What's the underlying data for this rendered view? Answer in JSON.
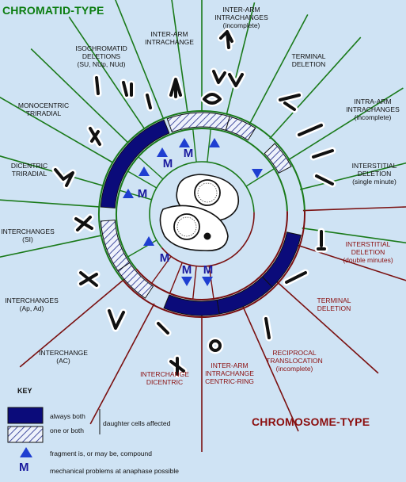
{
  "titles": {
    "chromatid": "CHROMATID-TYPE",
    "chromosome": "CHROMOSOME-TYPE"
  },
  "chromatid_labels": {
    "inter_arm_intrachanges": "INTER-ARM\nINTRACHANGES\n(incomplete)",
    "inter_arm_intrachange": "INTER-ARM\nINTRACHANGE",
    "isochromatid_deletions": "ISOCHROMATID\nDELETIONS\n(SU, NUp, NUd)",
    "terminal_deletion": "TERMINAL\nDELETION",
    "intra_arm_intrachanges": "INTRA-ARM\nINTRACHANGES\n(incomplete)",
    "monocentric_triradial": "MONOCENTRIC\nTRIRADIAL",
    "dicentric_triradial": "DICENTRIC\nTRIRADIAL",
    "interstitial_deletion": "INTERSTITIAL\nDELETION\n(single minute)",
    "interchanges_si": "INTERCHANGES\n(SI)",
    "interchanges_ap_ad": "INTERCHANGES\n(Ap, Ad)",
    "interchange_ac": "INTERCHANGE\n(AC)"
  },
  "chromosome_labels": {
    "interstitial_deletion": "INTERSTITIAL\nDELETION\n(double minutes)",
    "terminal_deletion": "TERMINAL\nDELETION",
    "reciprocal_translocation": "RECIPROCAL\nTRANSLOCATION\n(incomplete)",
    "interchange_dicentric": "INTERCHANGE\nDICENTRIC",
    "inter_arm_intrachange": "INTER-ARM\nINTRACHANGE\nCENTRIC-RING"
  },
  "key": {
    "title": "KEY",
    "always_both": "always both",
    "one_or_both": "one or both",
    "daughter_cells": "daughter cells affected",
    "compound": "fragment is, or may be, compound",
    "m_symbol": "M",
    "mechanical": "mechanical problems at anaphase possible"
  },
  "markers": {
    "m_symbol": "M"
  },
  "colors": {
    "background": "#cfe3f4",
    "chromatid_line": "#1a7a1a",
    "chromosome_line": "#7a1010",
    "always_both_fill": "#0b0b7a",
    "triangle": "#1f3fd1",
    "chromatid_title": "#0b7d10",
    "chromosome_title": "#8b0e0e"
  }
}
